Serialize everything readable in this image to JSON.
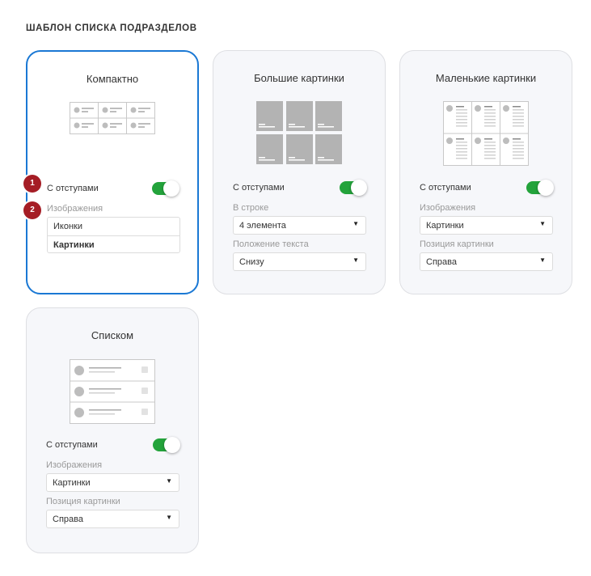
{
  "heading": "ШАБЛОН СПИСКА ПОДРАЗДЕЛОВ",
  "cards": {
    "compact": {
      "title": "Компактно",
      "toggle_label": "С отступами",
      "images_label": "Изображения",
      "options": [
        "Иконки",
        "Картинки"
      ],
      "selected_option": "Картинки"
    },
    "large": {
      "title": "Большие картинки",
      "toggle_label": "С отступами",
      "row_label": "В строке",
      "row_value": "4 элемента",
      "text_pos_label": "Положение текста",
      "text_pos_value": "Снизу"
    },
    "small": {
      "title": "Маленькие картинки",
      "toggle_label": "С отступами",
      "images_label": "Изображения",
      "images_value": "Картинки",
      "pic_pos_label": "Позиция картинки",
      "pic_pos_value": "Справа"
    },
    "list": {
      "title": "Списком",
      "toggle_label": "С отступами",
      "images_label": "Изображения",
      "images_value": "Картинки",
      "pic_pos_label": "Позиция картинки",
      "pic_pos_value": "Справа"
    }
  },
  "badges": [
    "1",
    "2"
  ],
  "colors": {
    "selected_border": "#1a78d4",
    "toggle_on": "#23a33b",
    "badge": "#a51d25",
    "card_bg": "#f6f7fa"
  }
}
